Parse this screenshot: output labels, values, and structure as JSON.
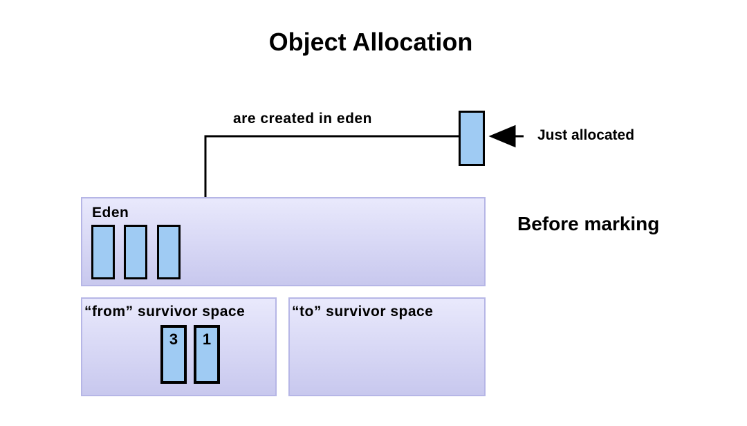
{
  "title": "Object Allocation",
  "annotations": {
    "created_in_eden": "are created in eden",
    "just_allocated": "Just allocated",
    "before_marking": "Before marking"
  },
  "regions": {
    "eden": {
      "label": "Eden",
      "object_count": 3
    },
    "from_survivor": {
      "label": "“from” survivor space",
      "objects": [
        "3",
        "1"
      ]
    },
    "to_survivor": {
      "label": "“to” survivor space",
      "objects": []
    }
  },
  "colors": {
    "background": "#ffffff",
    "object_fill": "#9fcbf3",
    "object_border": "#000000",
    "region_fill_top": "#e9e9fc",
    "region_fill_bottom": "#c8c8ee",
    "region_border": "#b6b6e6",
    "arrow": "#000000",
    "text": "#000000"
  }
}
